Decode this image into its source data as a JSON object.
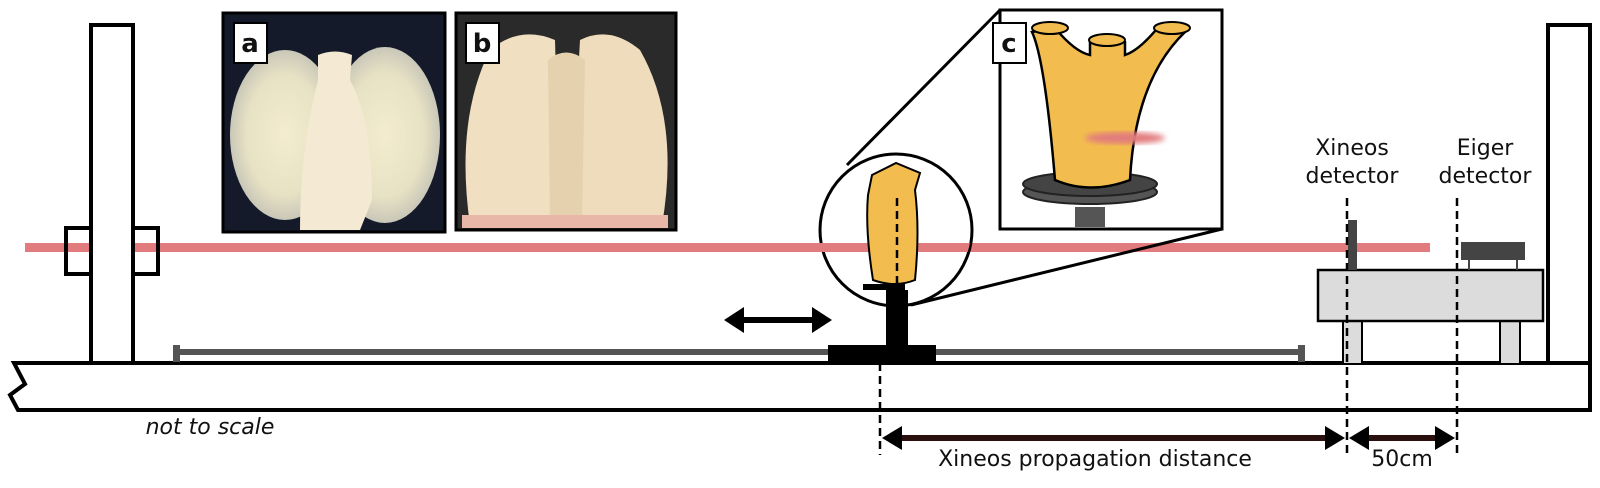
{
  "panels": {
    "a": "a",
    "b": "b",
    "c": "c"
  },
  "labels": {
    "xineos_line1": "Xineos",
    "xineos_line2": "detector",
    "eiger_line1": "Eiger",
    "eiger_line2": "detector",
    "propagation": "Xineos propagation distance",
    "spacing": "50cm",
    "scale_note": "not to scale"
  },
  "colors": {
    "beam": "#e27b7d",
    "phantom": "#f2bd4e",
    "table": "#dcdcdc",
    "dark": "#444444"
  }
}
